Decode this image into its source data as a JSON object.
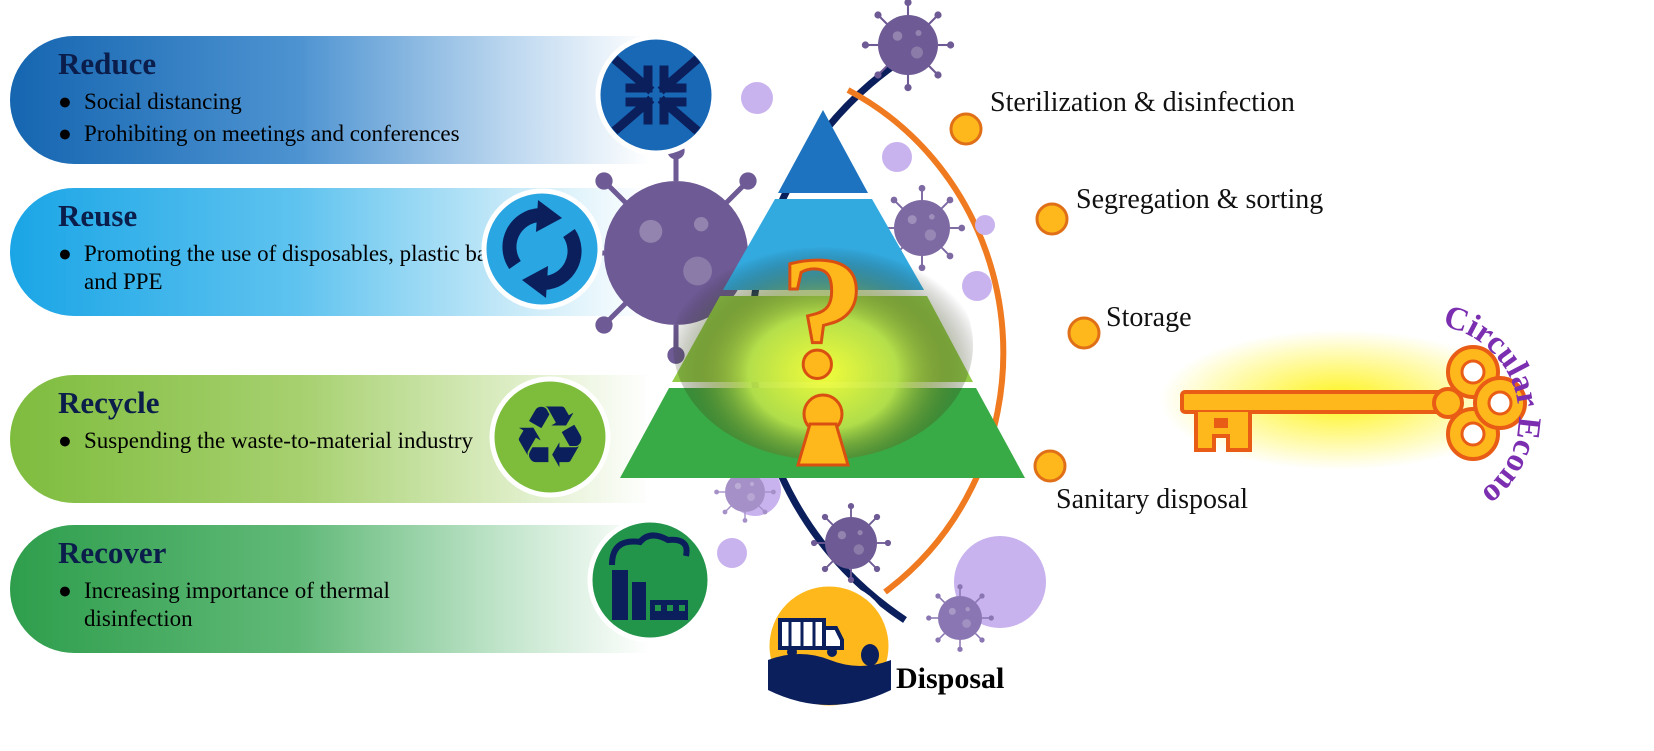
{
  "strategies": [
    {
      "id": "reduce",
      "title": "Reduce",
      "items": [
        "Social distancing",
        "Prohibiting on meetings and conferences"
      ]
    },
    {
      "id": "reuse",
      "title": "Reuse",
      "items": [
        "Promoting the use of disposables, plastic bags and PPE"
      ]
    },
    {
      "id": "recycle",
      "title": "Recycle",
      "items": [
        "Suspending the waste-to-material industry"
      ]
    },
    {
      "id": "recover",
      "title": "Recover",
      "items": [
        "Increasing importance of thermal disinfection"
      ]
    }
  ],
  "steps": [
    "Sterilization & disinfection",
    "Segregation & sorting",
    "Storage",
    "Sanitary disposal"
  ],
  "disposal_label": "Disposal",
  "key_label": "Circular Economy",
  "pyramid_symbol": "?",
  "icons": {
    "reduce": "compress-arrows-icon",
    "reuse": "refresh-arrows-icon",
    "recycle": "recycle-icon",
    "recover": "factory-icon",
    "disposal": "garbage-truck-icon",
    "key": "key-icon",
    "virus": "virus-icon"
  },
  "colors": {
    "ring_navy": "#0b1f5c",
    "ring_orange": "#f07a1f",
    "node_fill": "#ffb81c",
    "virus": "#6e5a94",
    "virus_light": "#c9b3ee",
    "key_fill": "#ffb81c",
    "key_glow": "#fff200",
    "circular_text": "#7b2fb0"
  }
}
